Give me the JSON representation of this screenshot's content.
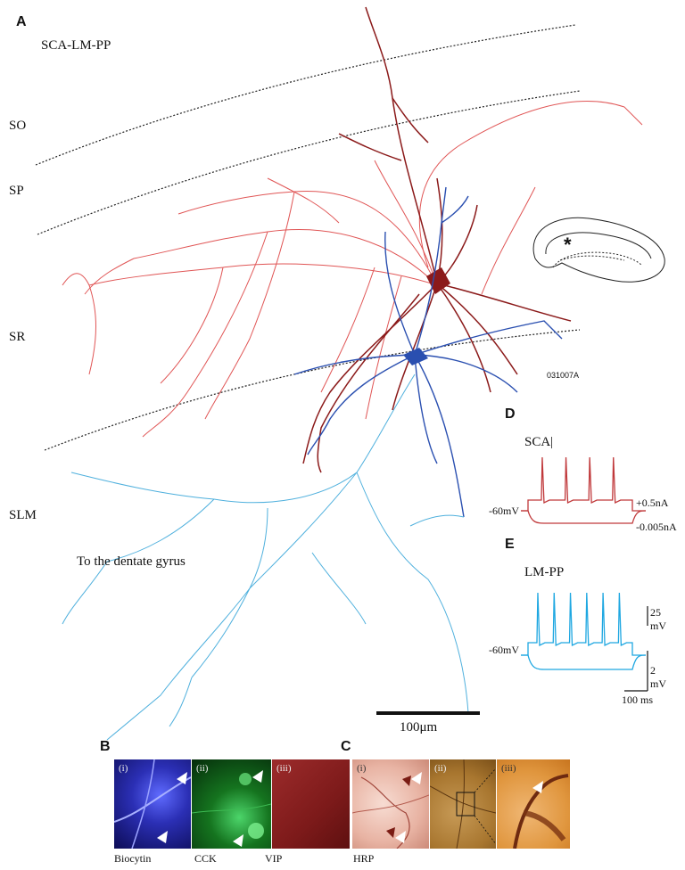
{
  "panels": {
    "a": "A",
    "b": "B",
    "c": "C",
    "d": "D",
    "e": "E"
  },
  "layers": {
    "title": "SCA-LM-PP",
    "so": "SO",
    "sp": "SP",
    "sr": "SR",
    "slm": "SLM"
  },
  "annotations": {
    "dentate": "To the dentate gyrus",
    "cell_id": "031007A",
    "scale_bar": "100μm"
  },
  "trace_d": {
    "label": "SCA|",
    "rest": "-60mV",
    "plus": "+0.5nA",
    "minus": "-0.005nA",
    "color": "#c0393b"
  },
  "trace_e": {
    "label": "LM-PP",
    "rest": "-60mV",
    "scale_v1": "25",
    "scale_v1_unit": "mV",
    "scale_v2": "2",
    "scale_v2_unit": "mV",
    "scale_t": "100 ms",
    "color": "#1ea7e1"
  },
  "stains_b": {
    "i": "(i)",
    "ii": "(ii)",
    "iii": "(iii)",
    "label_i": "Biocytin",
    "label_ii": "CCK",
    "label_iii": "VIP"
  },
  "stains_c": {
    "i": "(i)",
    "ii": "(ii)",
    "iii": "(iii)",
    "label_i": "HRP"
  },
  "colors": {
    "dark_red": "#8b1a1a",
    "light_red": "#e05555",
    "blue": "#2a4fb0",
    "light_blue": "#4fb0dd"
  }
}
